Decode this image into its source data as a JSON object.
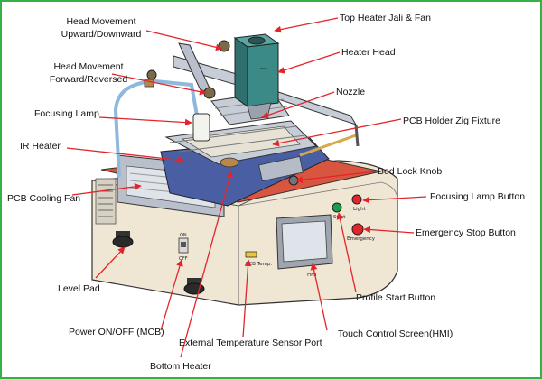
{
  "labels": {
    "head_updown_1": "Head Movement",
    "head_updown_2": "Upward/Downward",
    "head_fwd_1": "Head Movement",
    "head_fwd_2": "Forward/Reversed",
    "focusing_lamp": "Focusing Lamp",
    "ir_heater": "IR Heater",
    "pcb_cooling_fan": "PCB Cooling Fan",
    "level_pad": "Level Pad",
    "power_switch": "Power  ON/OFF (MCB)",
    "bottom_heater": "Bottom Heater",
    "ext_temp_port": "External Temperature Sensor Port",
    "touch_screen": "Touch Control Screen(HMI)",
    "profile_start": "Profile Start Button",
    "emergency_stop": "Emergency Stop Button",
    "focusing_lamp_button": "Focusing Lamp Button",
    "bed_lock_knob": "Bed Lock Knob",
    "pcb_holder": "PCB Holder Zig Fixture",
    "nozzle": "Nozzle",
    "heater_head": "Heater Head",
    "top_heater": "Top Heater Jali & Fan"
  },
  "machine_text": {
    "start": "Start",
    "light": "Light",
    "emergency": "Emergency",
    "pcb_temp": "PCB Temp.",
    "hmi": "HMI",
    "on": "ON",
    "off": "OFF"
  },
  "colors": {
    "border": "#33b347",
    "arrow": "#e3242b",
    "body_cream": "#efe6d3",
    "panel_gray": "#c7cdd6",
    "bed_blue": "#4a5fa3",
    "head_teal": "#3c8a88",
    "base_red": "#d8563f",
    "screen": "#dfe4ea"
  }
}
